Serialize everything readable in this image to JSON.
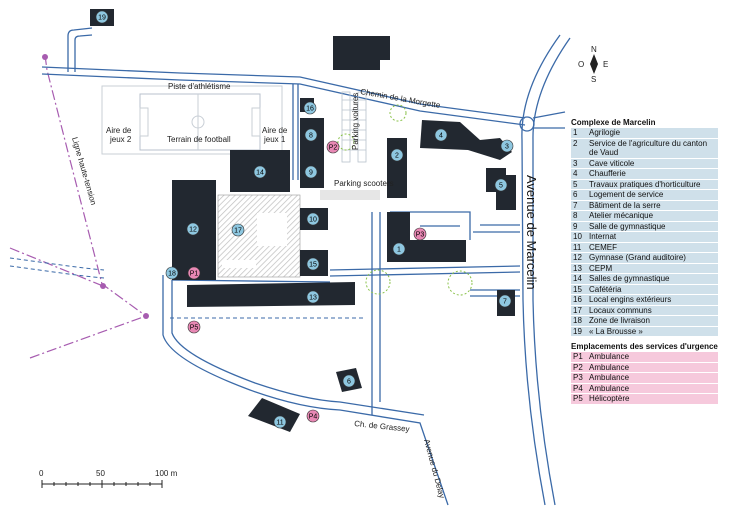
{
  "compass": {
    "n": "N",
    "s": "S",
    "e": "E",
    "o": "O"
  },
  "scale": {
    "t0": "0",
    "t1": "50",
    "t2": "100 m"
  },
  "roads": {
    "morgette": "Chemin de la Morgette",
    "marcelin": "Avenue de Marcelin",
    "grassey": "Ch. de Grassey",
    "delay": "Avenue du Delay",
    "ht": "Ligne haute-tension"
  },
  "areas": {
    "piste": "Piste d'athlétisme",
    "aire2a": "Aire de",
    "aire2b": "jeux 2",
    "foot": "Terrain de football",
    "aire1a": "Aire de",
    "aire1b": "jeux 1",
    "pvoit": "Parking voitures",
    "pscoot": "Parking scooters"
  },
  "markers": [
    {
      "id": "m1",
      "t": "1",
      "kind": "b"
    },
    {
      "id": "m2",
      "t": "2",
      "kind": "b"
    },
    {
      "id": "m3",
      "t": "3",
      "kind": "b"
    },
    {
      "id": "m4",
      "t": "4",
      "kind": "b"
    },
    {
      "id": "m5",
      "t": "5",
      "kind": "b"
    },
    {
      "id": "m6",
      "t": "6",
      "kind": "b"
    },
    {
      "id": "m7",
      "t": "7",
      "kind": "b"
    },
    {
      "id": "m8",
      "t": "8",
      "kind": "b"
    },
    {
      "id": "m9",
      "t": "9",
      "kind": "b"
    },
    {
      "id": "m10",
      "t": "10",
      "kind": "b"
    },
    {
      "id": "m11",
      "t": "11",
      "kind": "b"
    },
    {
      "id": "m12",
      "t": "12",
      "kind": "b"
    },
    {
      "id": "m13",
      "t": "13",
      "kind": "b"
    },
    {
      "id": "m14",
      "t": "14",
      "kind": "b"
    },
    {
      "id": "m15",
      "t": "15",
      "kind": "b"
    },
    {
      "id": "m16",
      "t": "16",
      "kind": "b"
    },
    {
      "id": "m17",
      "t": "17",
      "kind": "b"
    },
    {
      "id": "m18",
      "t": "18",
      "kind": "b"
    },
    {
      "id": "m19",
      "t": "19",
      "kind": "b"
    },
    {
      "id": "p1",
      "t": "P1",
      "kind": "p"
    },
    {
      "id": "p2",
      "t": "P2",
      "kind": "p"
    },
    {
      "id": "p3",
      "t": "P3",
      "kind": "p"
    },
    {
      "id": "p4",
      "t": "P4",
      "kind": "p"
    },
    {
      "id": "p5",
      "t": "P5",
      "kind": "p"
    }
  ],
  "legend": {
    "title": "Complexe de Marcelin",
    "items": [
      {
        "n": "1",
        "label": "Agrilogie"
      },
      {
        "n": "2",
        "label": "Service de l'agriculture du canton de Vaud"
      },
      {
        "n": "3",
        "label": "Cave viticole"
      },
      {
        "n": "4",
        "label": "Chaufferie"
      },
      {
        "n": "5",
        "label": "Travaux pratiques d'horticulture"
      },
      {
        "n": "6",
        "label": "Logement de service"
      },
      {
        "n": "7",
        "label": "Bâtiment de la serre"
      },
      {
        "n": "8",
        "label": "Atelier mécanique"
      },
      {
        "n": "9",
        "label": "Salle de gymnastique"
      },
      {
        "n": "10",
        "label": "Internat"
      },
      {
        "n": "11",
        "label": "CEMEF"
      },
      {
        "n": "12",
        "label": "Gymnase (Grand auditoire)"
      },
      {
        "n": "13",
        "label": "CEPM"
      },
      {
        "n": "14",
        "label": "Salles de gymnastique"
      },
      {
        "n": "15",
        "label": "Cafétéria"
      },
      {
        "n": "16",
        "label": "Local engins extérieurs"
      },
      {
        "n": "17",
        "label": "Locaux communs"
      },
      {
        "n": "18",
        "label": "Zone de livraison"
      },
      {
        "n": "19",
        "label": "« La Brousse »"
      }
    ],
    "title2": "Emplacements des services d'urgence",
    "items2": [
      {
        "n": "P1",
        "label": "Ambulance"
      },
      {
        "n": "P2",
        "label": "Ambulance"
      },
      {
        "n": "P3",
        "label": "Ambulance"
      },
      {
        "n": "P4",
        "label": "Ambulance"
      },
      {
        "n": "P5",
        "label": "Hélicoptère"
      }
    ]
  },
  "colors": {
    "building": "#222830",
    "road": "#3b6aa8",
    "marker": "#8ec7e0",
    "pmarker": "#e888b4",
    "line": "#a75cb0",
    "tree": "#8ac24a"
  }
}
